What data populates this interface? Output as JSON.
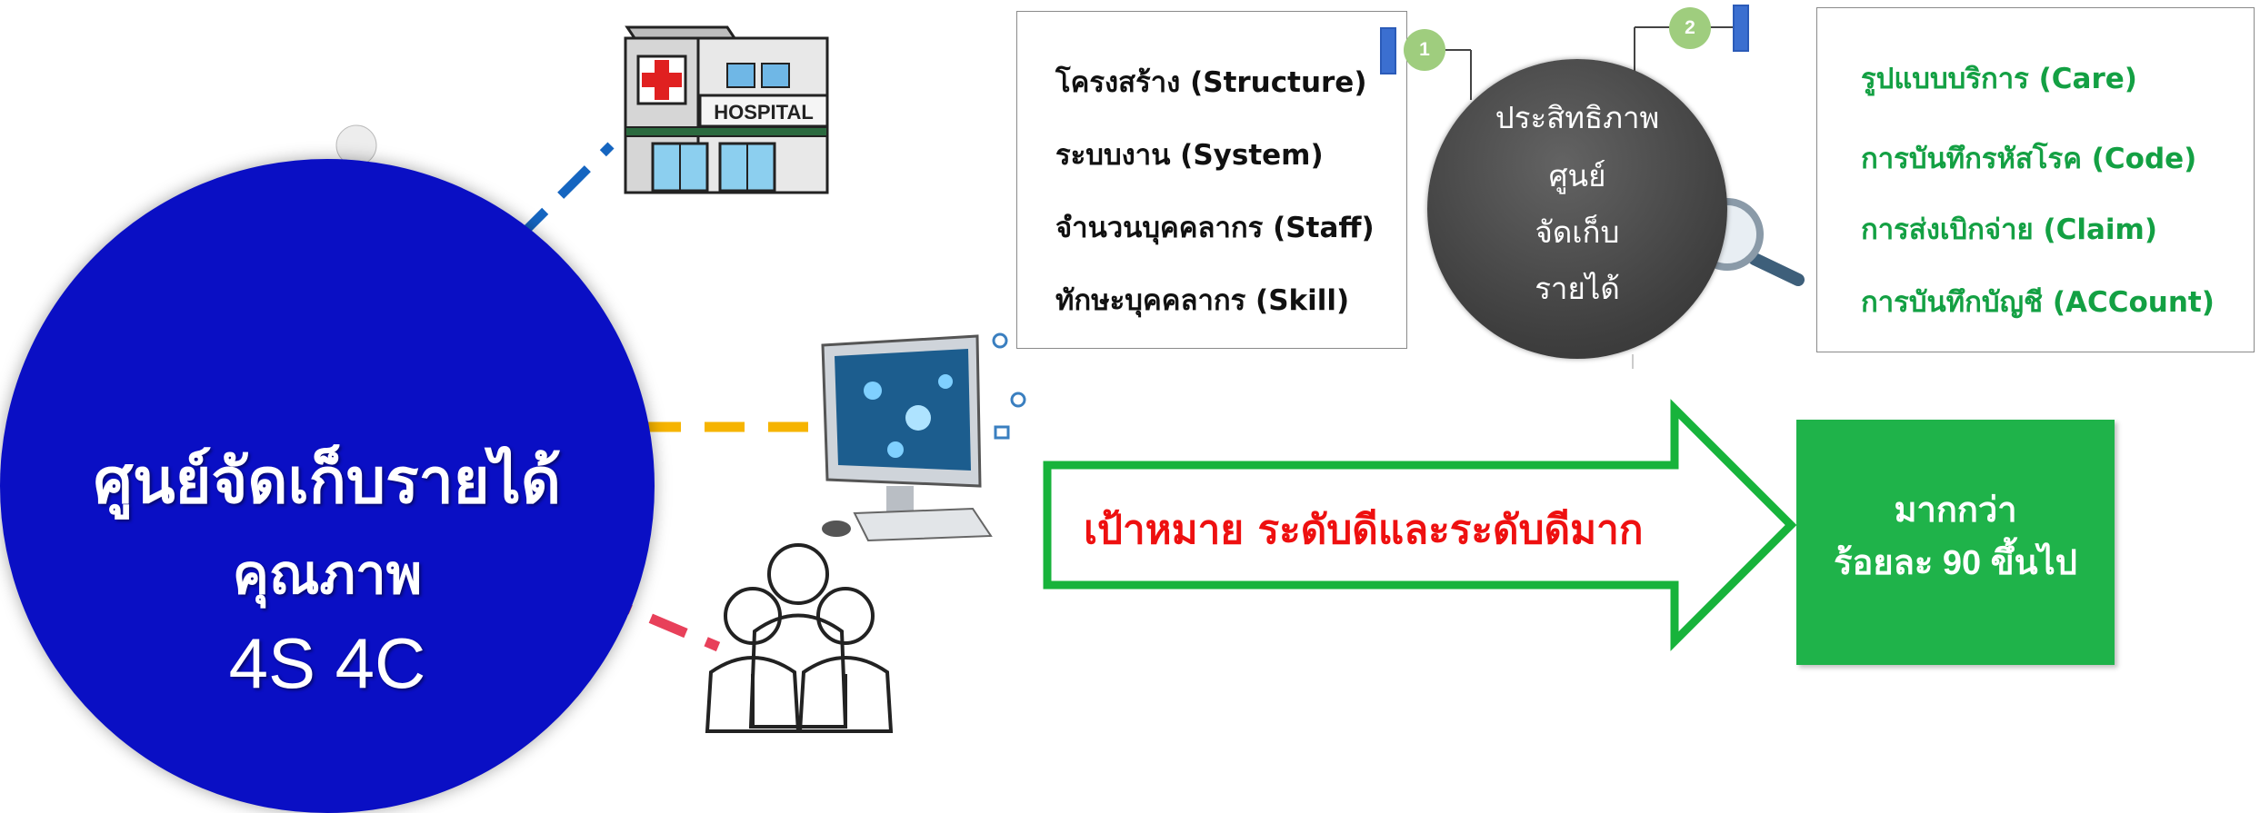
{
  "center_circle": {
    "line1": "ศูนย์จัดเก็บรายได้",
    "line2": "คุณภาพ",
    "line3": "4S 4C",
    "color": "#0a0fc4"
  },
  "structure_box": {
    "items": [
      "โครงสร้าง (Structure)",
      "ระบบงาน (System)",
      "จำนวนบุคคลากร (Staff)",
      "ทักษะบุคคลากร (Skill)"
    ]
  },
  "efficiency_circle": {
    "lines": [
      "ประสิทธิภาพ",
      "ศูนย์",
      "จัดเก็บ",
      "รายได้"
    ]
  },
  "badges": {
    "first": "1",
    "second": "2"
  },
  "care_box": {
    "items": [
      "รูปแบบบริการ (Care)",
      "การบันทึกรหัสโรค (Code)",
      "การส่งเบิกจ่าย (Claim)",
      "การบันทึกบัญชี (ACCount)"
    ],
    "color": "#13a043"
  },
  "goal_arrow": {
    "text": "เป้าหมาย ระดับดีและระดับดีมาก",
    "text_color": "#ee1010",
    "outline_color": "#17b33b"
  },
  "result_box": {
    "line1": "มากกว่า",
    "line2": "ร้อยละ 90 ขึ้นไป",
    "color": "#1fb34a"
  },
  "icons": {
    "hospital": "hospital-icon",
    "worker": "office-worker-icon",
    "computer": "computer-icon",
    "team": "team-icon",
    "magnifier": "magnifier-icon"
  },
  "hospital_sign": "HOSPITAL",
  "connector_colors": [
    "#1565c0",
    "#f6b400",
    "#e8405a"
  ]
}
